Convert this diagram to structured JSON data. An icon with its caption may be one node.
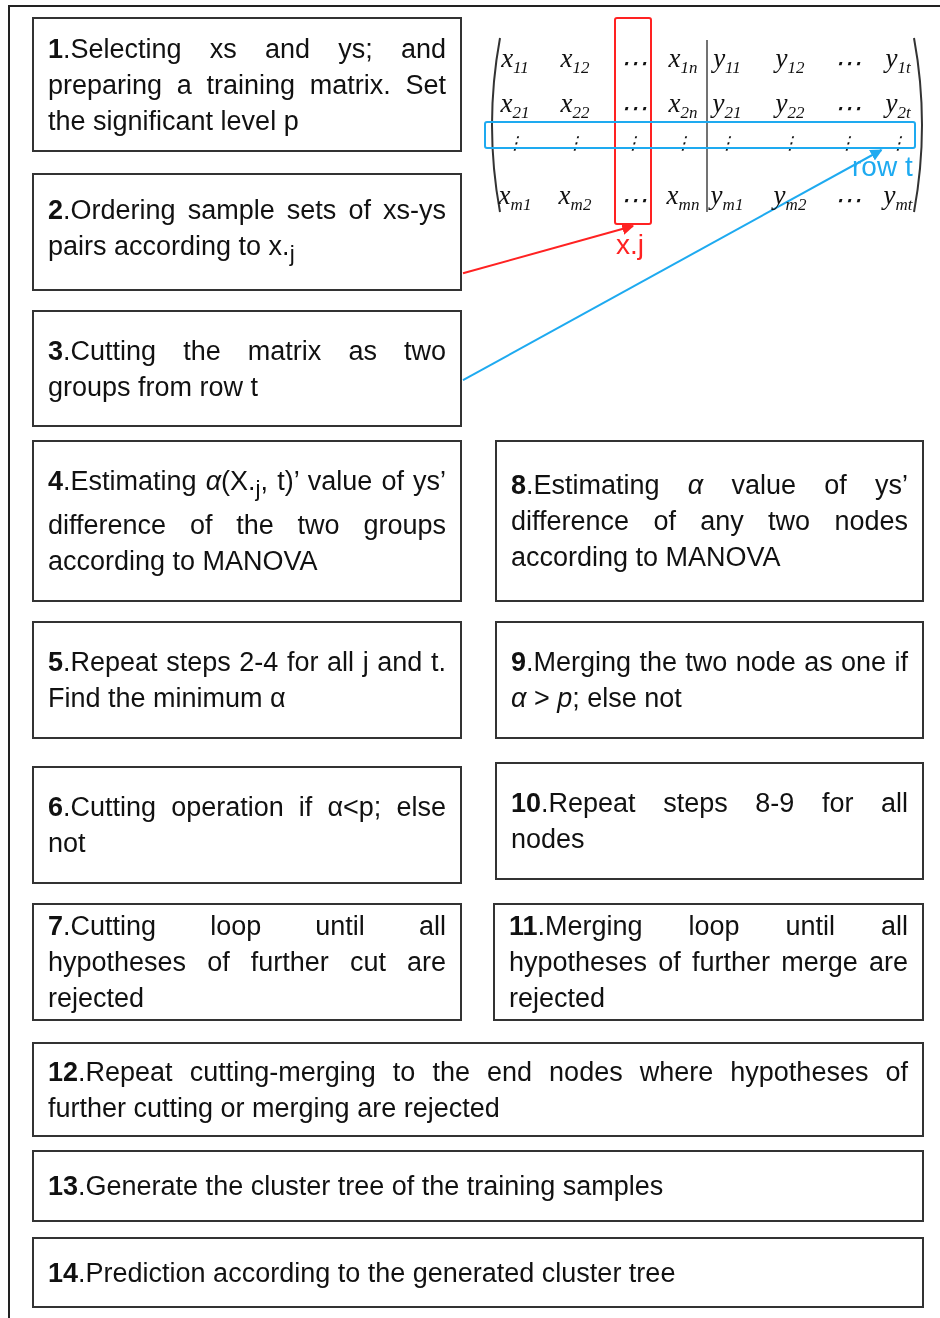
{
  "diagram": {
    "nodes": [
      {
        "text": [
          "**1**.Selecting xs and  ys; and preparing a training matrix. Set the significant level p"
        ]
      },
      {
        "text": [
          "**2**.Ordering sample sets of xs-ys pairs according to x.$_{j}$"
        ]
      },
      {
        "text": [
          "**3**.Cutting the matrix as two groups from row t"
        ]
      },
      {
        "text": [
          "**4**.Estimating *α*(X.$_{j}$, t)’ value of ys’ difference of the two groups according to MANOVA"
        ]
      },
      {
        "text": [
          "**5**.Repeat steps 2-4 for all j and t. Find the minimum α"
        ]
      },
      {
        "text": [
          "**6**.Cutting operation if α<p; else not"
        ]
      },
      {
        "text": [
          "**7**.Cutting loop until all hypotheses of further cut are rejected"
        ]
      },
      {
        "text": [
          "**8**.Estimating *α* value of ys’ difference of any two nodes according to MANOVA"
        ]
      },
      {
        "text": [
          "**9**.Merging the two node as one if *α* > *p*; else not"
        ]
      },
      {
        "text": [
          "**10**.Repeat steps 8-9 for all nodes"
        ]
      },
      {
        "text": [
          "**11**.Merging loop until all hypotheses of further merge are rejected"
        ]
      },
      {
        "text": [
          "**12**.Repeat cutting-merging to the end nodes where hypotheses of further cutting or merging are rejected"
        ]
      },
      {
        "text": [
          "**13**.Generate the cluster tree of the training samples"
        ]
      },
      {
        "text": [
          "**14**.Prediction according to the generated cluster tree"
        ]
      },
      {
        "text": [],
        "shape": "box",
        "beside": [
          "x.j"
        ]
      },
      {
        "text": [],
        "shape": "box",
        "beside": [
          "row t"
        ]
      }
    ],
    "edges": [
      {
        "from": 1,
        "to": 14,
        "arrow": "to",
        "color": "#ff2222"
      },
      {
        "from": 2,
        "to": 15,
        "arrow": "to",
        "color": "#1eaaf0"
      }
    ],
    "labels": [
      "x$_{11}$",
      "x$_{12}$",
      "⋯",
      "x$_{1n}$",
      "y$_{11}$",
      "y$_{12}$",
      "⋯",
      "y$_{1t}$",
      "x$_{21}$",
      "x$_{22}$",
      "⋯",
      "x$_{2n}$",
      "y$_{21}$",
      "y$_{22}$",
      "⋯",
      "y$_{2t}$",
      "⋮",
      "⋮",
      "⋮",
      "⋮",
      "⋮",
      "⋮",
      "⋮",
      "⋮",
      "x$_{m1}$",
      "x$_{m2}$",
      "⋯",
      "x$_{mn}$",
      "y$_{m1}$",
      "y$_{m2}$",
      "⋯",
      "y$_{mt}$"
    ]
  }
}
